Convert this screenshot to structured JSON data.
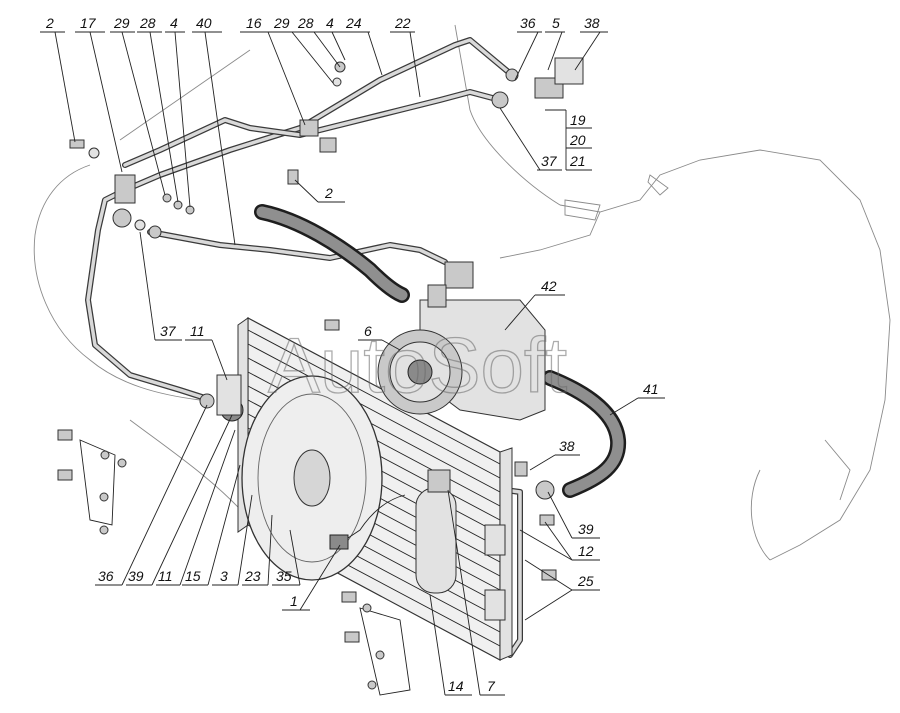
{
  "watermark": "AutoSoft",
  "callouts": {
    "c2_top": "2",
    "c17": "17",
    "c29_a": "29",
    "c28_a": "28",
    "c4_a": "4",
    "c40": "40",
    "c16": "16",
    "c29_b": "29",
    "c28_b": "28",
    "c4_b": "4",
    "c24": "24",
    "c22": "22",
    "c36_top": "36",
    "c5": "5",
    "c38_top": "38",
    "c19": "19",
    "c20": "20",
    "c21": "21",
    "c37_top": "37",
    "c2_mid": "2",
    "c37_left": "37",
    "c11_top": "11",
    "c6": "6",
    "c42": "42",
    "c41": "41",
    "c38_right": "38",
    "c39_right": "39",
    "c12": "12",
    "c25": "25",
    "c36_bot": "36",
    "c39_bot": "39",
    "c11_bot": "11",
    "c15": "15",
    "c3": "3",
    "c23": "23",
    "c35": "35",
    "c1": "1",
    "c14": "14",
    "c7": "7"
  }
}
